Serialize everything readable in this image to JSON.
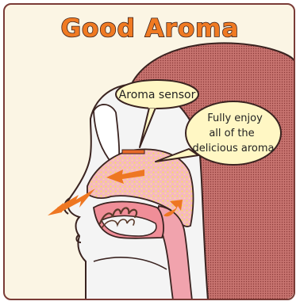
{
  "title": "Good Aroma",
  "bubbles": {
    "sensor": "Aroma sensor",
    "enjoy": [
      "Fully enjoy",
      "all of the",
      "delicious aroma"
    ]
  },
  "colors": {
    "frame_border": "#7a3b36",
    "background": "#fbf5e4",
    "title_fill": "#f07a22",
    "hair": "#c7736f",
    "skin": "#f3f3f3",
    "nasal_cavity": "#f6b8c0",
    "aroma_dots": "#f5dc64",
    "arrows": "#ee7722",
    "sensor_bar": "#e86a2a",
    "speech_bubble": "#fff7c4"
  }
}
